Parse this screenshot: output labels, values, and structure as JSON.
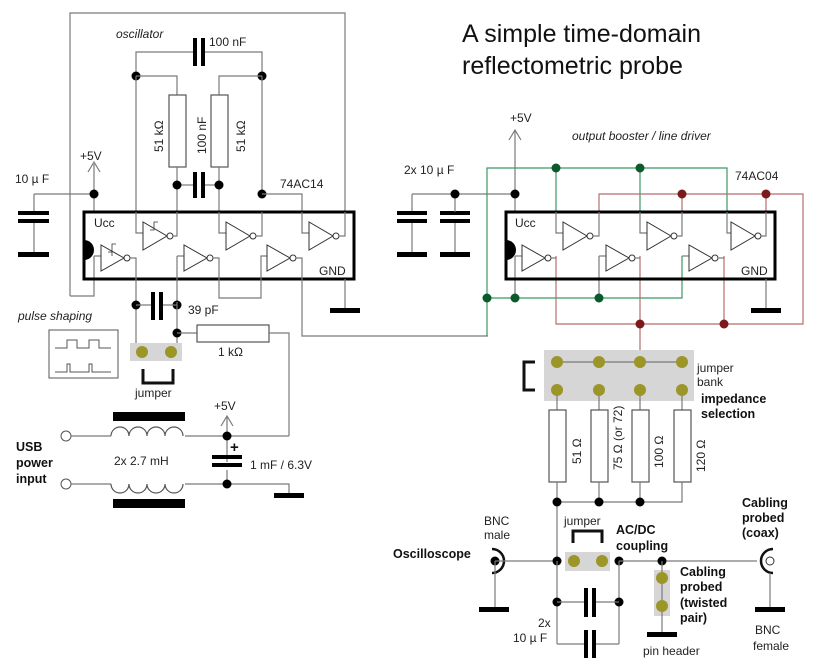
{
  "title": {
    "line1": "A simple time-domain",
    "line2": "reflectometric probe"
  },
  "oscillator": {
    "label": "oscillator",
    "cap_top": "100 nF",
    "res_left": "51 kΩ",
    "cap_mid": "100 nF",
    "res_right": "51 kΩ",
    "chip": "74AC14",
    "ucc": "Ucc",
    "gnd": "GND",
    "decoupling_cap": "10 µ F",
    "supply": "+5V"
  },
  "pulse_shaping": {
    "label": "pulse shaping",
    "cap": "39 pF",
    "resistor": "1 kΩ",
    "jumper": "jumper"
  },
  "booster": {
    "label": "output booster / line driver",
    "chip": "74AC04",
    "ucc": "Ucc",
    "gnd": "GND",
    "decoupling_caps": "2x 10 µ F",
    "supply": "+5V"
  },
  "impedance": {
    "jumper_label_1": "jumper",
    "jumper_label_2": "bank",
    "title_1": "impedance",
    "title_2": "selection",
    "resistors": [
      "51 Ω",
      "75 Ω (or 72)",
      "100 Ω",
      "120 Ω"
    ]
  },
  "power": {
    "label_1": "USB",
    "label_2": "power",
    "label_3": "input",
    "inductors": "2x 2.7 mH",
    "supply": "+5V",
    "bulk_cap": "1 mF / 6.3V",
    "polarity": "+"
  },
  "output": {
    "oscilloscope": "Oscilloscope",
    "bnc_male_1": "BNC",
    "bnc_male_2": "male",
    "jumper": "jumper",
    "acdc_1": "AC/DC",
    "acdc_2": "coupling",
    "coupling_caps_1": "2x",
    "coupling_caps_2": "10 µ F",
    "twisted_1": "Cabling",
    "twisted_2": "probed",
    "twisted_3": "(twisted",
    "twisted_4": "pair)",
    "pin_header": "pin header",
    "coax_1": "Cabling",
    "coax_2": "probed",
    "coax_3": "(coax)",
    "bnc_female_1": "BNC",
    "bnc_female_2": "female"
  },
  "colors": {
    "green_net": "#3a9a64",
    "red_net": "#b46e6e",
    "jumper_pin": "#9c9628",
    "jumper_bg": "#d6d6d6"
  }
}
